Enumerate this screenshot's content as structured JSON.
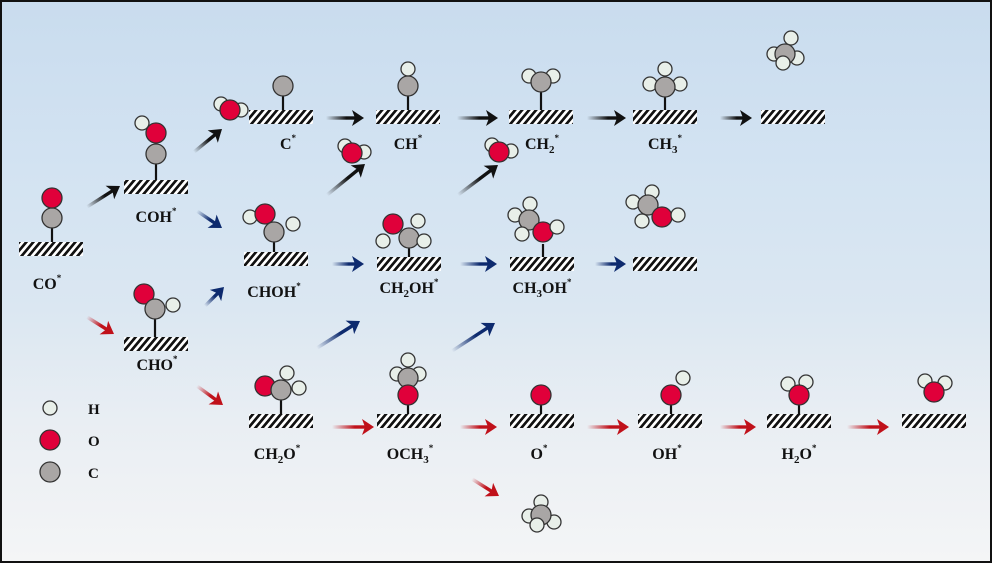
{
  "colors": {
    "H": "#e8efe9",
    "O": "#e0003a",
    "C": "#a9a6a5",
    "arrow_black": "#111111",
    "arrow_blue": "#0d2a6e",
    "arrow_red": "#c0111a"
  },
  "legend": [
    {
      "atom": "H",
      "label": "H"
    },
    {
      "atom": "O",
      "label": "O"
    },
    {
      "atom": "C",
      "label": "C"
    }
  ],
  "species": [
    {
      "id": "co",
      "label": [
        [
          "CO"
        ],
        [
          "*",
          "sup"
        ]
      ]
    },
    {
      "id": "coh",
      "label": [
        [
          "COH"
        ],
        [
          "*",
          "sup"
        ]
      ]
    },
    {
      "id": "c",
      "label": [
        [
          "C"
        ],
        [
          "*",
          "sup"
        ]
      ]
    },
    {
      "id": "ch",
      "label": [
        [
          "CH"
        ],
        [
          "*",
          "sup"
        ]
      ]
    },
    {
      "id": "ch2",
      "label": [
        [
          "CH"
        ],
        [
          "2",
          "sub"
        ],
        [
          "*",
          "sup"
        ]
      ]
    },
    {
      "id": "ch3",
      "label": [
        [
          "CH"
        ],
        [
          "3",
          "sub"
        ],
        [
          "*",
          "sup"
        ]
      ]
    },
    {
      "id": "choh",
      "label": [
        [
          "CHOH"
        ],
        [
          "*",
          "sup"
        ]
      ]
    },
    {
      "id": "ch2oh",
      "label": [
        [
          "CH"
        ],
        [
          "2",
          "sub"
        ],
        [
          "OH"
        ],
        [
          "*",
          "sup"
        ]
      ]
    },
    {
      "id": "ch3oh",
      "label": [
        [
          "CH"
        ],
        [
          "3",
          "sub"
        ],
        [
          "OH"
        ],
        [
          "*",
          "sup"
        ]
      ]
    },
    {
      "id": "cho",
      "label": [
        [
          "CHO"
        ],
        [
          "*",
          "sup"
        ]
      ]
    },
    {
      "id": "ch2o",
      "label": [
        [
          "CH"
        ],
        [
          "2",
          "sub"
        ],
        [
          "O"
        ],
        [
          "*",
          "sup"
        ]
      ]
    },
    {
      "id": "och3",
      "label": [
        [
          "OCH"
        ],
        [
          "3",
          "sub"
        ],
        [
          "*",
          "sup"
        ]
      ]
    },
    {
      "id": "o",
      "label": [
        [
          "O"
        ],
        [
          "*",
          "sup"
        ]
      ]
    },
    {
      "id": "oh",
      "label": [
        [
          "OH"
        ],
        [
          "*",
          "sup"
        ]
      ]
    },
    {
      "id": "h2o",
      "label": [
        [
          "H"
        ],
        [
          "2",
          "sub"
        ],
        [
          "O"
        ],
        [
          "*",
          "sup"
        ]
      ]
    }
  ]
}
